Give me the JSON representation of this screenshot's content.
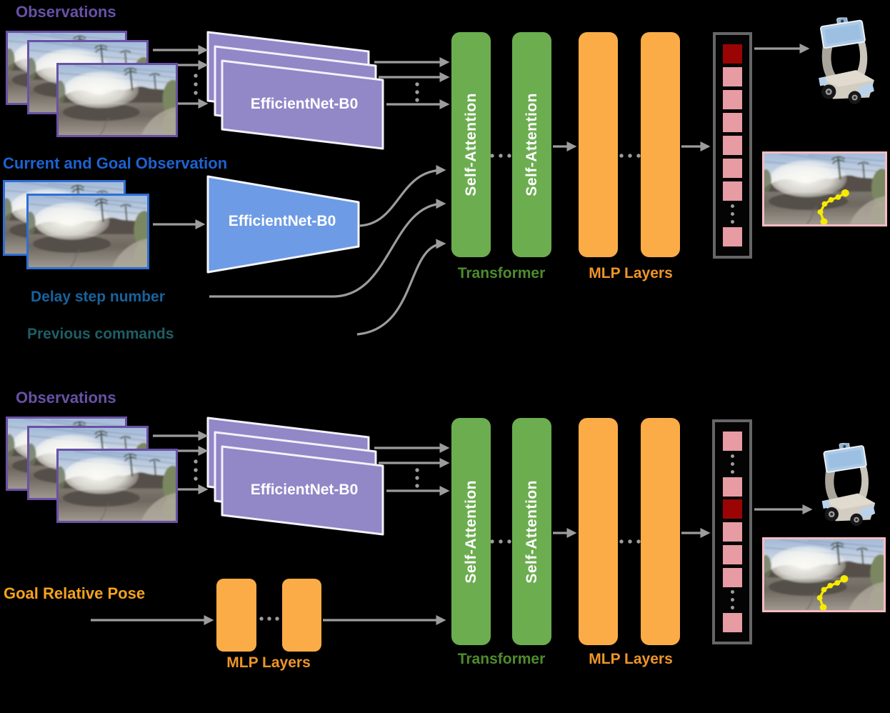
{
  "colors": {
    "background": "#000000",
    "purple_block": "#9287C7",
    "blue_block": "#6D9BE6",
    "green_block": "#6CAD50",
    "orange_block": "#FBAC47",
    "pink_token": "#E79BA2",
    "dark_red_token": "#9A0404",
    "arrow_gray": "#9C9C9C",
    "label_purple": "#6851A6",
    "label_blue": "#1D63D1",
    "label_delay_blue": "#17639E",
    "label_teal": "#1E5F66",
    "label_goal_orange": "#F5A21D",
    "label_green": "#4E8C2E",
    "label_mlp_orange": "#EE9529",
    "observation_border": "#6A51A5",
    "goal_observation_border": "#2E6FD4",
    "trajectory_border": "#F4BCC1",
    "token_column_border": "#666668",
    "trajectory_path_yellow": "#F6EA00"
  },
  "top_diagram": {
    "observations_label": "Observations",
    "current_goal_label": "Current and Goal Observation",
    "delay_label": "Delay step number",
    "previous_commands_label": "Previous commands",
    "obs_encoder_label": "EfficientNet-B0",
    "goal_encoder_label": "EfficientNet-B0",
    "self_attention_label": "Self-Attention",
    "transformer_label": "Transformer",
    "mlp_label": "MLP Layers",
    "tokens": [
      "dark",
      "pink",
      "pink",
      "pink",
      "pink",
      "pink",
      "pink",
      "dots",
      "pink"
    ]
  },
  "bottom_diagram": {
    "observations_label": "Observations",
    "goal_pose_label": "Goal Relative Pose",
    "obs_encoder_label": "EfficientNet-B0",
    "pose_mlp_label": "MLP Layers",
    "self_attention_label": "Self-Attention",
    "transformer_label": "Transformer",
    "mlp_label": "MLP Layers",
    "tokens": [
      "pink",
      "dots",
      "pink",
      "dark",
      "pink",
      "pink",
      "pink",
      "dots",
      "pink"
    ]
  }
}
